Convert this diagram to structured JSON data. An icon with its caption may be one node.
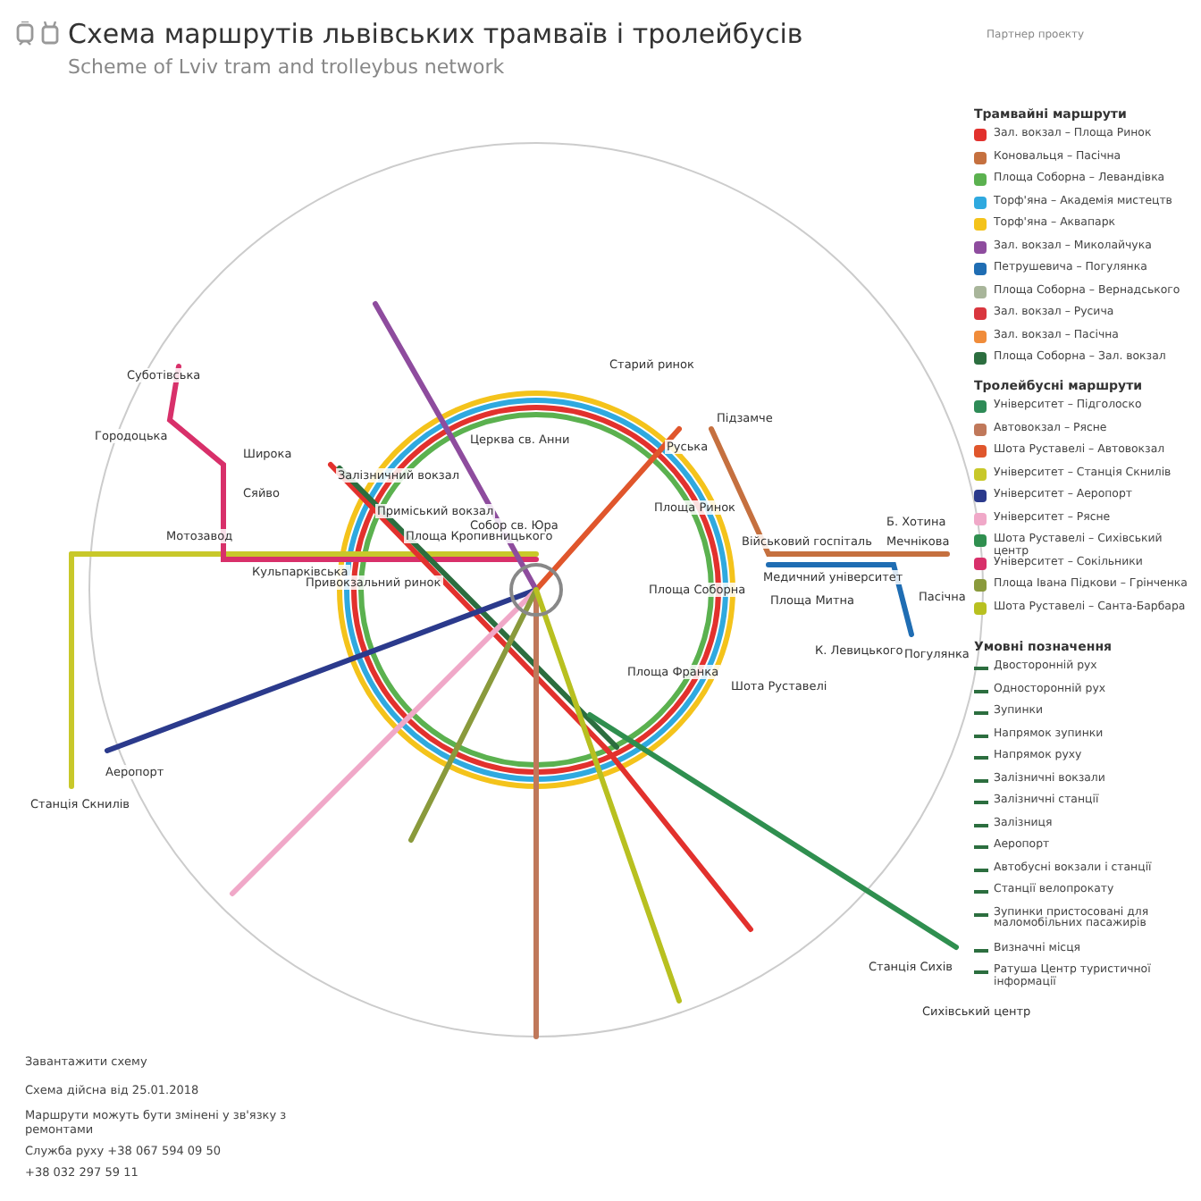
{
  "diagram": {
    "title": "Схема маршрутів львівських трамваїв і тролейбусів",
    "labels": [
      "Scheme of Lviv tram and trolleybus network",
      "Партнер проекту",
      "Трамвайні маршрути",
      "Тролейбусні маршрути",
      "Умовні позначення",
      "Суботівська",
      "Городоцька",
      "Широка",
      "Сяйво",
      "Мотозавод",
      "Кульпарківська",
      "Привокзальний ринок",
      "Залізничний вокзал",
      "Приміський вокзал",
      "Площа Кропивницького",
      "Собор св. Юра",
      "Церква св. Анни",
      "Станція Скнилів",
      "Аеропорт",
      "Старий ринок",
      "Підзамче",
      "Руська",
      "Площа Ринок",
      "Площа Соборна",
      "Площа Франка",
      "Шота Руставелі",
      "Площа Митна",
      "Військовий госпіталь",
      "Медичний університет",
      "Мечнікова",
      "Б. Хотина",
      "Пасічна",
      "К. Левицького",
      "Погулянка",
      "Станція Сихів",
      "Сихівський центр",
      "Завантажити схему",
      "Схема дійсна від 25.01.2018",
      "Маршрути можуть бути змінені у зв'язку з ремонтами",
      "Служба руху +38 067 594 09 50",
      "+38 032 297 59 11"
    ],
    "legend": [
      {
        "text": "Зал. вокзал – Площа Ринок",
        "color": "#e2312d"
      },
      {
        "text": "Коновальця – Пасічна",
        "color": "#c5703f"
      },
      {
        "text": "Площа Соборна – Левандівка",
        "color": "#5bb14f"
      },
      {
        "text": "Торф'яна – Академія мистецтв",
        "color": "#2fa9df"
      },
      {
        "text": "Торф'яна – Аквапарк",
        "color": "#f4c31b"
      },
      {
        "text": "Зал. вокзал – Миколайчука",
        "color": "#8e4c9e"
      },
      {
        "text": "Петрушевича – Погулянка",
        "color": "#1f6db3"
      },
      {
        "text": "Площа Соборна – Вернадського",
        "color": "#a8b59a"
      },
      {
        "text": "Зал. вокзал – Русича",
        "color": "#d9363e"
      },
      {
        "text": "Зал. вокзал – Пасічна",
        "color": "#f08c3a"
      },
      {
        "text": "Площа Соборна – Зал. вокзал",
        "color": "#2c6e3f"
      },
      {
        "text": "Університет – Підголоско",
        "color": "#2e8b57"
      },
      {
        "text": "Автовокзал – Рясне",
        "color": "#c0785a"
      },
      {
        "text": "Шота Руставелі – Автовокзал",
        "color": "#e0562c"
      },
      {
        "text": "Університет – Станція Скнилів",
        "color": "#c8c82a"
      },
      {
        "text": "Університет – Аеропорт",
        "color": "#2b3a8c"
      },
      {
        "text": "Університет – Рясне",
        "color": "#f0a8c8"
      },
      {
        "text": "Шота Руставелі – Сихівський центр",
        "color": "#2f8f4f"
      },
      {
        "text": "Університет – Сокільники",
        "color": "#d8306a"
      },
      {
        "text": "Площа Івана Підкови – Грінченка",
        "color": "#8a9a3c"
      },
      {
        "text": "Шота Руставелі – Санта-Барбара",
        "color": "#b8c020"
      },
      {
        "text": "Двосторонній рух"
      },
      {
        "text": "Односторонній рух"
      },
      {
        "text": "Зупинки"
      },
      {
        "text": "Напрямок зупинки"
      },
      {
        "text": "Напрямок руху"
      },
      {
        "text": "Залізничні вокзали"
      },
      {
        "text": "Залізничні станції"
      },
      {
        "text": "Залізниця"
      },
      {
        "text": "Аеропорт"
      },
      {
        "text": "Автобусні вокзали і станції"
      },
      {
        "text": "Станції велопрокату"
      },
      {
        "text": "Зупинки пристосовані для маломобільних пасажирів"
      },
      {
        "text": "Визначні місця"
      },
      {
        "text": "Ратуша Центр туристичної інформації"
      }
    ]
  }
}
